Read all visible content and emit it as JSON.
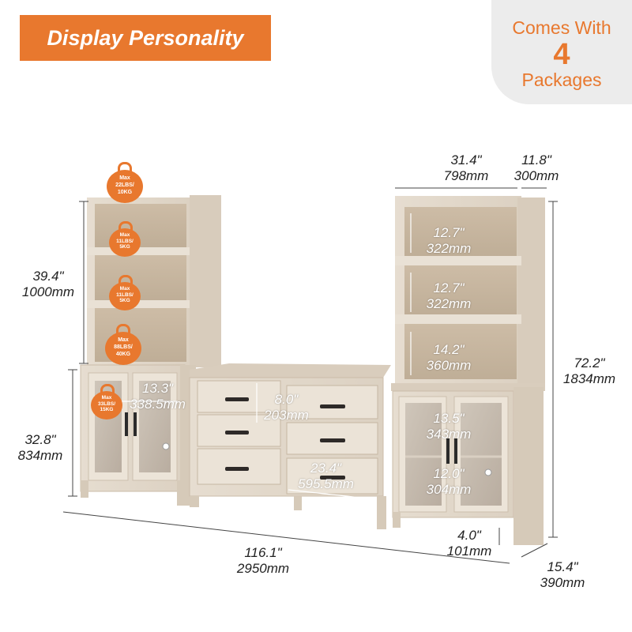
{
  "banner": {
    "title": "Display Personality"
  },
  "corner": {
    "line1": "Comes With",
    "number": "4",
    "line2": "Packages"
  },
  "badges": {
    "top": [
      "Max",
      "22LBS/",
      "10KG"
    ],
    "shelf2": [
      "Max",
      "11LBS/",
      "5KG"
    ],
    "shelf3": [
      "Max",
      "11LBS/",
      "5KG"
    ],
    "shelf4": [
      "Max",
      "88LBS/",
      "40KG"
    ],
    "cabinet": [
      "Max",
      "33LBS/",
      "15KG"
    ]
  },
  "dims": {
    "hutch_height": [
      "39.4\"",
      "1000mm"
    ],
    "cabinet_height": [
      "32.8\"",
      "834mm"
    ],
    "cabinet_inner_width": [
      "13.3\"",
      "338.5mm"
    ],
    "drawer_height": [
      "8.0\"",
      "203mm"
    ],
    "drawer_width": [
      "23.4\"",
      "595.5mm"
    ],
    "unit_width": [
      "31.4\"",
      "798mm"
    ],
    "hutch_depth": [
      "11.8\"",
      "300mm"
    ],
    "shelf1": [
      "12.7\"",
      "322mm"
    ],
    "shelf2": [
      "12.7\"",
      "322mm"
    ],
    "shelf3": [
      "14.2\"",
      "360mm"
    ],
    "right_cab_upper": [
      "13.5\"",
      "343mm"
    ],
    "right_cab_lower": [
      "12.0\"",
      "304mm"
    ],
    "total_height": [
      "72.2\"",
      "1834mm"
    ],
    "leg_height": [
      "4.0\"",
      "101mm"
    ],
    "total_width": [
      "116.1\"",
      "2950mm"
    ],
    "base_depth": [
      "15.4\"",
      "390mm"
    ]
  },
  "colors": {
    "accent": "#e8782e",
    "wood": "#e3d9cc",
    "wood_dark": "#c9b9a4",
    "shelf_back": "#c7b59e"
  }
}
